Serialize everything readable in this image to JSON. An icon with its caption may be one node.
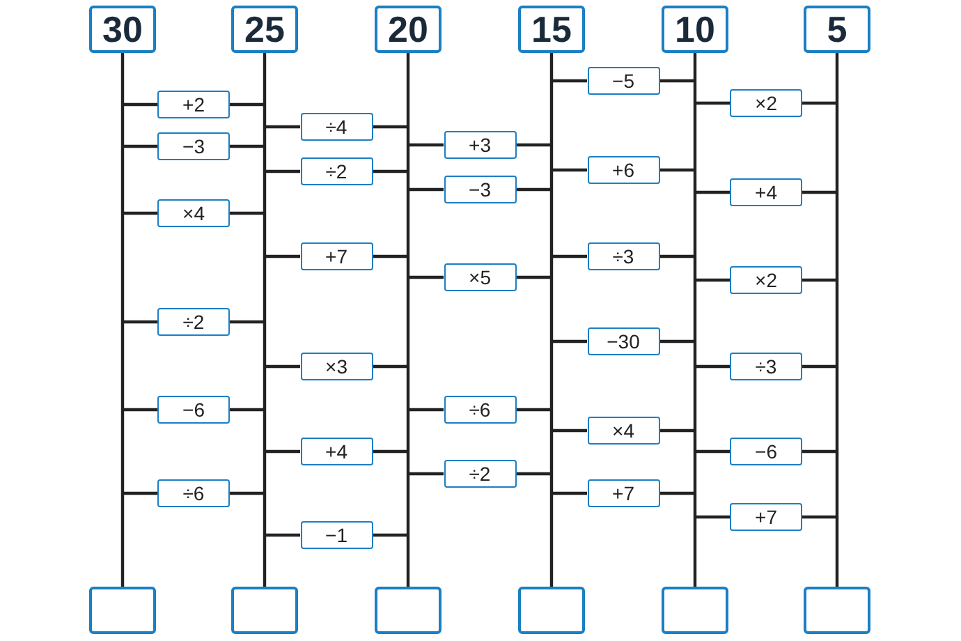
{
  "diagram": {
    "nodes": [
      {
        "text": [
          "30"
        ]
      },
      {
        "text": [
          "25"
        ]
      },
      {
        "text": [
          "20"
        ]
      },
      {
        "text": [
          "15"
        ]
      },
      {
        "text": [
          "10"
        ]
      },
      {
        "text": [
          "5"
        ]
      },
      {
        "text": [],
        "shape": "box"
      },
      {
        "text": [],
        "shape": "box"
      },
      {
        "text": [],
        "shape": "box"
      },
      {
        "text": [],
        "shape": "box"
      },
      {
        "text": [],
        "shape": "box"
      },
      {
        "text": [],
        "shape": "box"
      },
      {
        "text": [
          "+2"
        ]
      },
      {
        "text": [
          "−3"
        ]
      },
      {
        "text": [
          "×4"
        ]
      },
      {
        "text": [
          "÷2"
        ]
      },
      {
        "text": [
          "−6"
        ]
      },
      {
        "text": [
          "÷6"
        ]
      },
      {
        "text": [
          "÷4"
        ]
      },
      {
        "text": [
          "÷2"
        ]
      },
      {
        "text": [
          "+7"
        ]
      },
      {
        "text": [
          "×3"
        ]
      },
      {
        "text": [
          "+4"
        ]
      },
      {
        "text": [
          "−1"
        ]
      },
      {
        "text": [
          "+3"
        ]
      },
      {
        "text": [
          "−3"
        ]
      },
      {
        "text": [
          "×5"
        ]
      },
      {
        "text": [
          "÷6"
        ]
      },
      {
        "text": [
          "÷2"
        ]
      },
      {
        "text": [
          "−5"
        ]
      },
      {
        "text": [
          "+6"
        ]
      },
      {
        "text": [
          "÷3"
        ]
      },
      {
        "text": [
          "−30"
        ]
      },
      {
        "text": [
          "×4"
        ]
      },
      {
        "text": [
          "+7"
        ]
      },
      {
        "text": [
          "×2"
        ]
      },
      {
        "text": [
          "+4"
        ]
      },
      {
        "text": [
          "×2"
        ]
      },
      {
        "text": [
          "÷3"
        ]
      },
      {
        "text": [
          "−6"
        ]
      },
      {
        "text": [
          "+7"
        ]
      }
    ],
    "edges": [
      {
        "from": 0,
        "to": 6,
        "arrow": "none"
      },
      {
        "from": 1,
        "to": 7,
        "arrow": "none"
      },
      {
        "from": 2,
        "to": 8,
        "arrow": "none"
      },
      {
        "from": 3,
        "to": 9,
        "arrow": "none"
      },
      {
        "from": 4,
        "to": 10,
        "arrow": "none"
      },
      {
        "from": 5,
        "to": 11,
        "arrow": "none"
      },
      {
        "from": 12,
        "to": null,
        "arrow": "none"
      },
      {
        "from": 12,
        "to": null,
        "arrow": "none"
      },
      {
        "from": 13,
        "to": null,
        "arrow": "none"
      },
      {
        "from": 13,
        "to": null,
        "arrow": "none"
      },
      {
        "from": 14,
        "to": null,
        "arrow": "none"
      },
      {
        "from": 14,
        "to": null,
        "arrow": "none"
      },
      {
        "from": 15,
        "to": null,
        "arrow": "none"
      },
      {
        "from": 15,
        "to": null,
        "arrow": "none"
      },
      {
        "from": 16,
        "to": null,
        "arrow": "none"
      },
      {
        "from": 16,
        "to": null,
        "arrow": "none"
      },
      {
        "from": 17,
        "to": null,
        "arrow": "none"
      },
      {
        "from": 17,
        "to": null,
        "arrow": "none"
      },
      {
        "from": 18,
        "to": null,
        "arrow": "none"
      },
      {
        "from": 18,
        "to": null,
        "arrow": "none"
      },
      {
        "from": 19,
        "to": null,
        "arrow": "none"
      },
      {
        "from": 19,
        "to": null,
        "arrow": "none"
      },
      {
        "from": 20,
        "to": null,
        "arrow": "none"
      },
      {
        "from": 20,
        "to": null,
        "arrow": "none"
      },
      {
        "from": 21,
        "to": null,
        "arrow": "none"
      },
      {
        "from": 21,
        "to": null,
        "arrow": "none"
      },
      {
        "from": 22,
        "to": null,
        "arrow": "none"
      },
      {
        "from": 22,
        "to": null,
        "arrow": "none"
      },
      {
        "from": 23,
        "to": null,
        "arrow": "none"
      },
      {
        "from": 23,
        "to": null,
        "arrow": "none"
      },
      {
        "from": 24,
        "to": null,
        "arrow": "none"
      },
      {
        "from": 24,
        "to": null,
        "arrow": "none"
      },
      {
        "from": 25,
        "to": null,
        "arrow": "none"
      },
      {
        "from": 25,
        "to": null,
        "arrow": "none"
      },
      {
        "from": 26,
        "to": null,
        "arrow": "none"
      },
      {
        "from": 26,
        "to": null,
        "arrow": "none"
      },
      {
        "from": 27,
        "to": null,
        "arrow": "none"
      },
      {
        "from": 27,
        "to": null,
        "arrow": "none"
      },
      {
        "from": 28,
        "to": null,
        "arrow": "none"
      },
      {
        "from": 28,
        "to": null,
        "arrow": "none"
      },
      {
        "from": 29,
        "to": null,
        "arrow": "none"
      },
      {
        "from": 29,
        "to": null,
        "arrow": "none"
      },
      {
        "from": 30,
        "to": null,
        "arrow": "none"
      },
      {
        "from": 30,
        "to": null,
        "arrow": "none"
      },
      {
        "from": 31,
        "to": null,
        "arrow": "none"
      },
      {
        "from": 31,
        "to": null,
        "arrow": "none"
      },
      {
        "from": 32,
        "to": null,
        "arrow": "none"
      },
      {
        "from": 32,
        "to": null,
        "arrow": "none"
      },
      {
        "from": 33,
        "to": null,
        "arrow": "none"
      },
      {
        "from": 33,
        "to": null,
        "arrow": "none"
      },
      {
        "from": 34,
        "to": null,
        "arrow": "none"
      },
      {
        "from": 34,
        "to": null,
        "arrow": "none"
      },
      {
        "from": 35,
        "to": null,
        "arrow": "none"
      },
      {
        "from": 35,
        "to": null,
        "arrow": "none"
      },
      {
        "from": 36,
        "to": null,
        "arrow": "none"
      },
      {
        "from": 36,
        "to": null,
        "arrow": "none"
      },
      {
        "from": 37,
        "to": null,
        "arrow": "none"
      },
      {
        "from": 37,
        "to": null,
        "arrow": "none"
      },
      {
        "from": 38,
        "to": null,
        "arrow": "none"
      },
      {
        "from": 38,
        "to": null,
        "arrow": "none"
      },
      {
        "from": 39,
        "to": null,
        "arrow": "none"
      },
      {
        "from": 39,
        "to": null,
        "arrow": "none"
      },
      {
        "from": 40,
        "to": null,
        "arrow": "none"
      },
      {
        "from": 40,
        "to": null,
        "arrow": "none"
      }
    ]
  }
}
